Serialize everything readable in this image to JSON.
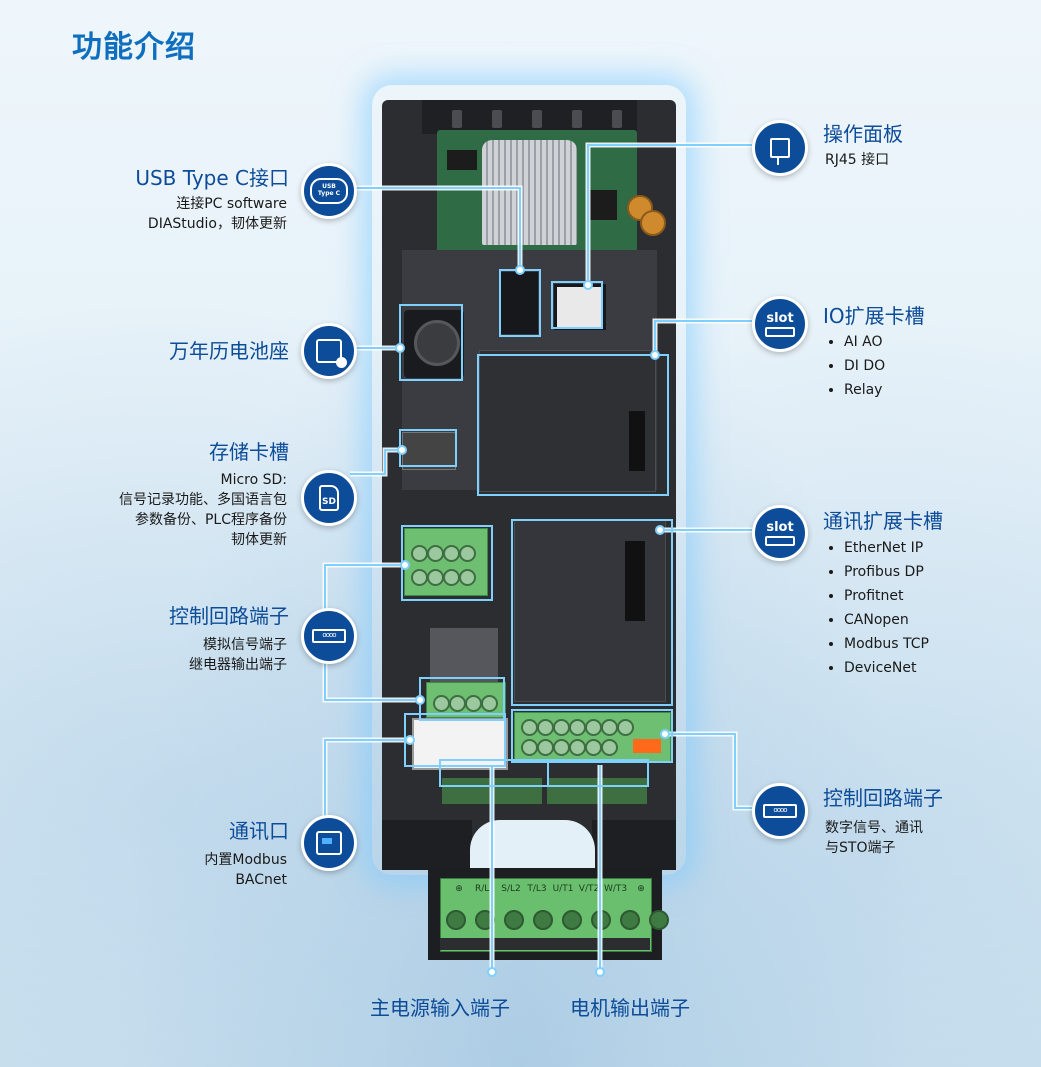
{
  "page_title": "功能介绍",
  "callouts": {
    "usb": {
      "title": "USB Type C接口",
      "lines": [
        "连接PC software",
        "DIAStudio，韧体更新"
      ],
      "icon": "usb-type-c-icon",
      "icon_top": "USB",
      "icon_bottom": "Type C"
    },
    "battery": {
      "title": "万年历电池座",
      "icon": "calendar-clock-icon"
    },
    "storage": {
      "title": "存储卡槽",
      "lines": [
        "Micro SD:",
        "信号记录功能、多国语言包",
        "参数备份、PLC程序备份",
        "韧体更新"
      ],
      "icon": "sd-card-icon",
      "icon_label": "SD"
    },
    "control_left": {
      "title": "控制回路端子",
      "lines": [
        "模拟信号端子",
        "继电器输出端子"
      ],
      "icon": "terminal-block-icon"
    },
    "comm_port": {
      "title": "通讯口",
      "lines": [
        "内置Modbus",
        "BACnet"
      ],
      "icon": "ethernet-port-icon"
    },
    "panel": {
      "title": "操作面板",
      "lines": [
        "RJ45 接口"
      ],
      "icon": "rj45-connector-icon"
    },
    "io_slot": {
      "title": "IO扩展卡槽",
      "items": [
        "AI AO",
        "DI DO",
        "Relay"
      ],
      "icon": "slot-icon",
      "icon_label": "slot"
    },
    "comm_slot": {
      "title": "通讯扩展卡槽",
      "items": [
        "EtherNet IP",
        "Profibus DP",
        "Profitnet",
        "CANopen",
        "Modbus TCP",
        "DeviceNet"
      ],
      "icon": "slot-icon",
      "icon_label": "slot"
    },
    "control_right": {
      "title": "控制回路端子",
      "lines": [
        "数字信号、通讯",
        "与STO端子"
      ],
      "icon": "terminal-block-icon"
    }
  },
  "power_terminal_labels": [
    "⊕",
    "R/L1",
    "S/L2",
    "T/L3",
    "U/T1",
    "V/T2",
    "W/T3",
    "⊕"
  ],
  "bottom_captions": {
    "main_power": "主电源输入端子",
    "motor_output": "电机输出端子"
  },
  "colors": {
    "accent": "#0d4c98",
    "title": "#0f6fbe",
    "line": "#7fd0ff"
  }
}
